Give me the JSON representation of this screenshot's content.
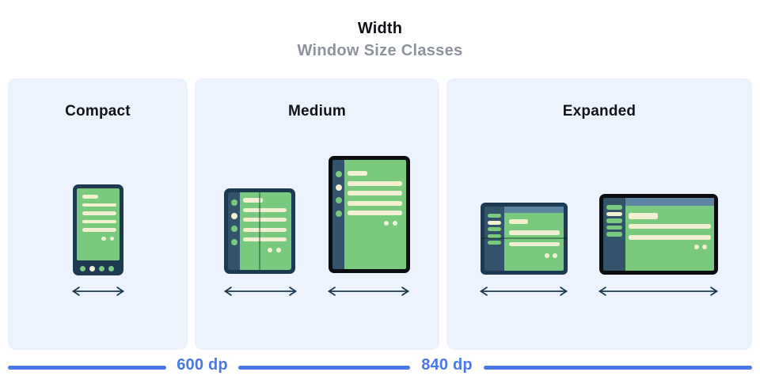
{
  "header": {
    "title": "Width",
    "subtitle": "Window Size Classes"
  },
  "panels": [
    {
      "label": "Compact",
      "devices": [
        {
          "name": "phone-portrait",
          "nav_dots": [
            "green",
            "cream",
            "green",
            "green"
          ]
        }
      ]
    },
    {
      "label": "Medium",
      "devices": [
        {
          "name": "foldable-open-portrait",
          "sidebar_dots": [
            "green",
            "cream",
            "green",
            "green"
          ]
        },
        {
          "name": "tablet-portrait",
          "sidebar_dots": [
            "green",
            "cream",
            "green",
            "green"
          ]
        }
      ]
    },
    {
      "label": "Expanded",
      "devices": [
        {
          "name": "foldable-open-landscape",
          "sidebar_lines": [
            "green",
            "cream",
            "green",
            "green",
            "green"
          ]
        },
        {
          "name": "tablet-landscape",
          "sidebar_lines": [
            "green",
            "cream",
            "green",
            "green",
            "green"
          ]
        }
      ]
    }
  ],
  "scale": {
    "labels": [
      "600 dp",
      "840 dp"
    ]
  },
  "colors": {
    "panel-bg": "#EDF3FC",
    "screen-green": "#79CA7F",
    "line-cream": "#F2EFD2",
    "frame-navy": "#1E3A52",
    "sidebar-slate": "#33536C",
    "topbar-slate": "#5E84A4",
    "frame-black": "#0B0D11",
    "accent-blue": "#4A78E8",
    "subtitle-gray": "#8C939C"
  }
}
